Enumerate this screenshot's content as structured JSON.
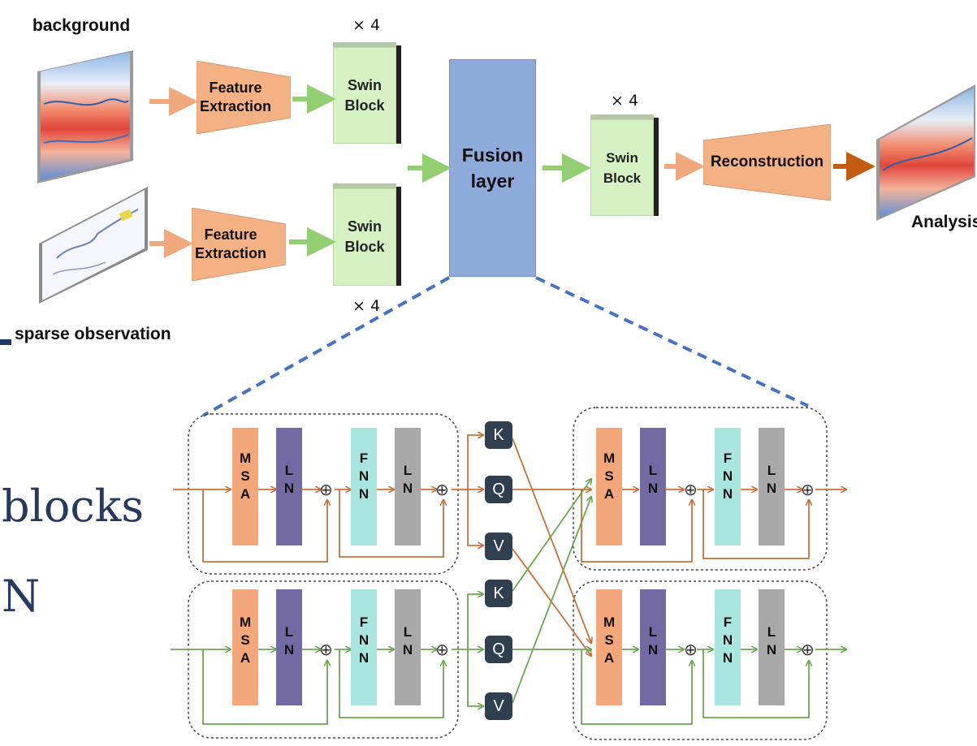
{
  "labels": {
    "background": "background",
    "sparse_observation": "sparse observation",
    "analysis": "Analysis",
    "mult_top": "× 4",
    "mult_bottom": "× 4",
    "mult_right": "× 4"
  },
  "blocks": {
    "feature_extraction_1": "Feature Extraction",
    "feature_extraction_2": "Feature Extraction",
    "swin_block_1": "Swin Block",
    "swin_block_2": "Swin Block",
    "swin_block_3": "Swin Block",
    "fusion_layer": "Fusion layer",
    "reconstruction": "Reconstruction"
  },
  "slide_partial_text": [
    "blocks",
    "N"
  ],
  "detail": {
    "msa": "MSA",
    "ln": "LN",
    "fnn": "FNN",
    "k": "K",
    "q": "Q",
    "v": "V",
    "plus": "⊕"
  },
  "colors": {
    "orange_arrow": "#c8703a",
    "green_arrow": "#6aa84f",
    "msa": "#f4a77a",
    "ln": "#736aa3",
    "fnn": "#a9e6e0",
    "ln2": "#a9a9a9",
    "swin": "#d6f2c4",
    "fusion": "#8eaadb",
    "feature": "#f4b183",
    "dashed_blue": "#4472c4"
  }
}
